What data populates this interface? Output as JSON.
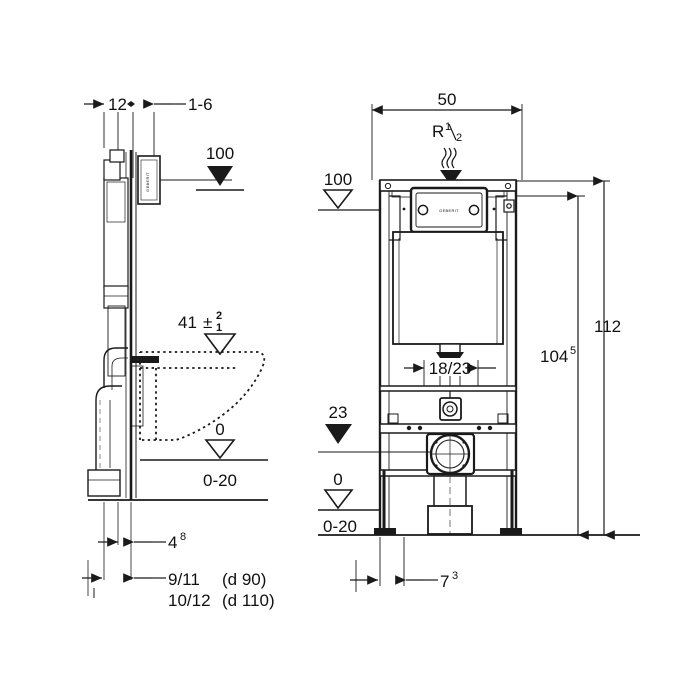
{
  "drawing": {
    "title": "Geberit Duofix installation frame — technical dimension drawing",
    "background_color": "#ffffff",
    "line_color": "#1a1a1a",
    "brand_text": "GEBERIT"
  },
  "side_view": {
    "name": "side-elevation",
    "dimensions": {
      "top_left": "12",
      "top_right": "1-6",
      "offset_small": "4",
      "offset_small_sup": "8",
      "pipe_d90": "9/11",
      "pipe_d90_note": "(d 90)",
      "pipe_d110": "10/12",
      "pipe_d110_note": "(d 110)"
    },
    "levels": [
      {
        "name": "level-100",
        "value": "100",
        "marker": "filled-triangle"
      },
      {
        "name": "level-41",
        "value": "41",
        "sup": "2",
        "sub": "1",
        "pm": "±",
        "marker": "open-triangle"
      },
      {
        "name": "level-0",
        "value": "0",
        "marker": "open-triangle"
      },
      {
        "name": "level-0-20",
        "value": "0-20",
        "marker": "none"
      }
    ]
  },
  "front_view": {
    "name": "front-elevation",
    "dimensions": {
      "width_top": "50",
      "thread": "R",
      "thread_num": "1",
      "thread_den": "2",
      "outlet": "18/23",
      "height_total": "112",
      "height_inner": "104",
      "height_inner_sup": "5",
      "foot_offset": "7",
      "foot_offset_sup": "3"
    },
    "levels": [
      {
        "name": "level-100",
        "value": "100",
        "marker": "open-triangle"
      },
      {
        "name": "level-23",
        "value": "23",
        "marker": "filled-triangle"
      },
      {
        "name": "level-0",
        "value": "0",
        "marker": "open-triangle"
      },
      {
        "name": "level-0-20",
        "value": "0-20",
        "marker": "none"
      }
    ]
  }
}
